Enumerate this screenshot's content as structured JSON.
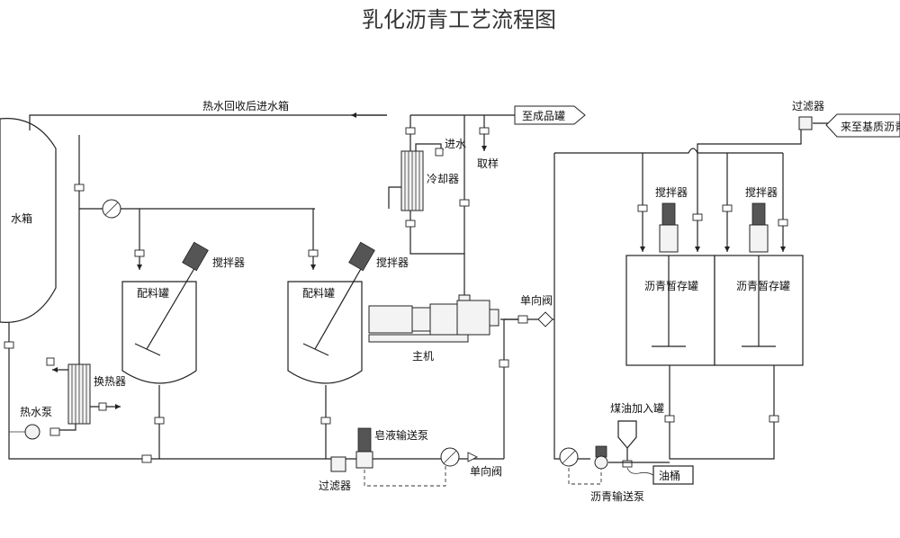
{
  "title": "乳化沥青工艺流程图",
  "labels": {
    "hot_water_return": "热水回收后进水箱",
    "to_product_tank": "至成品罐",
    "water_in": "进水",
    "sampling": "取样",
    "cooler": "冷却器",
    "water_tank": "水箱",
    "agitator": "搅拌器",
    "mixing_tank": "配料罐",
    "heat_exchanger": "换热器",
    "hot_water_pump": "热水泵",
    "filter": "过滤器",
    "soap_pump": "皂液输送泵",
    "check_valve": "单向阀",
    "main_machine": "主机",
    "asphalt_storage": "沥青暂存罐",
    "kerosene_tank": "煤油加入罐",
    "oil_drum": "油桶",
    "asphalt_pump": "沥青输送泵",
    "from_base_asphalt": "来至基质沥青罐"
  }
}
